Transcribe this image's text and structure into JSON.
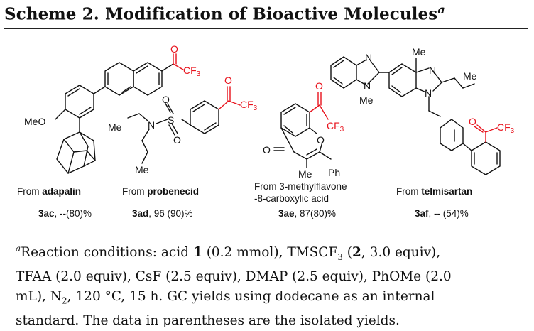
{
  "scheme": {
    "title": "Scheme 2. Modification of Bioactive Molecules",
    "note_mark": "a"
  },
  "compounds": [
    {
      "source_prefix": "From ",
      "source": "adapalin",
      "id": "3ac",
      "yield": ", --(80)%"
    },
    {
      "source_prefix": "From ",
      "source": "probenecid",
      "id": "3ad",
      "yield": ", 96 (90)%"
    },
    {
      "source_line1": "From 3-methylflavone",
      "source_line2": "-8-carboxylic acid",
      "id": "3ae",
      "yield": ", 87(80)%"
    },
    {
      "source_prefix": "From ",
      "source": "telmisartan",
      "id": "3af",
      "yield": ", -- (54)%"
    }
  ],
  "atoms": {
    "o": "O",
    "cf3": "CF",
    "three": "3",
    "meo": "MeO",
    "me": "Me",
    "n": "N",
    "s": "S",
    "ph": "Ph"
  },
  "footnote": {
    "mark": "a",
    "l1_a": "Reaction conditions: acid ",
    "l1_b": "1",
    "l1_c": " (0.2 mmol), TMSCF",
    "l1_d": "3",
    "l1_e": " (",
    "l1_f": "2",
    "l1_g": ", 3.0 equiv),",
    "l2": "TFAA (2.0 equiv), CsF (2.5 equiv), DMAP (2.5 equiv), PhOMe (2.0",
    "l3_a": "mL), N",
    "l3_b": "2",
    "l3_c": ", 120 °C, 15 h. GC yields using dodecane as an internal",
    "l4": "standard. The data in parentheses are the isolated yields."
  },
  "colors": {
    "highlight": "#e8121c",
    "ink": "#111111"
  }
}
